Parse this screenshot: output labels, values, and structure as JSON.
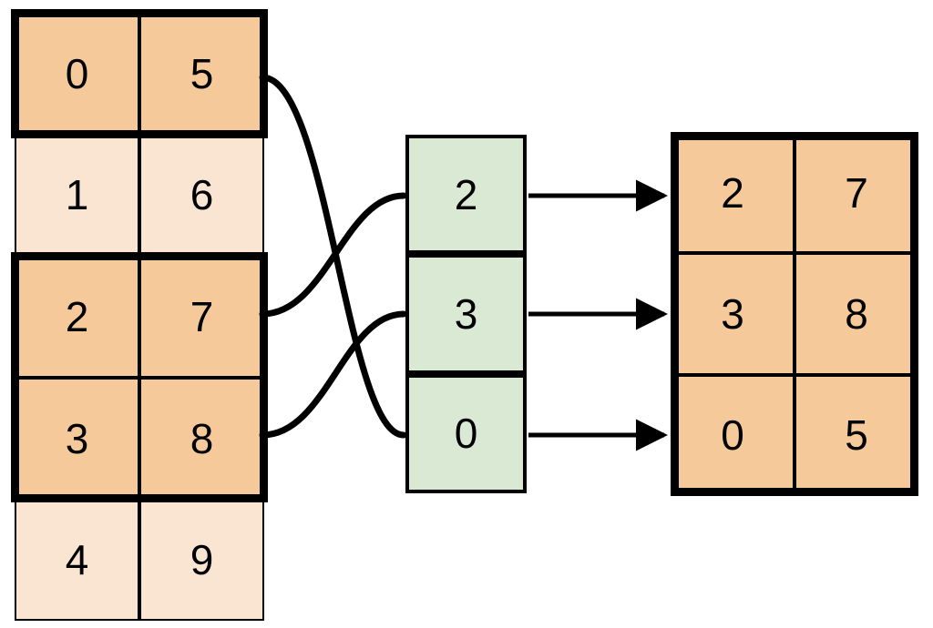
{
  "diagram": {
    "title": "gather-index-select",
    "colors": {
      "highlight_fill": "#f6c99b",
      "plain_fill": "#fae5d3",
      "index_fill": "#d9e9d3",
      "stroke": "#000000"
    }
  },
  "source_table": {
    "name": "source-table",
    "rows": [
      {
        "cells": [
          "0",
          "5"
        ],
        "selected": true
      },
      {
        "cells": [
          "1",
          "6"
        ],
        "selected": false
      },
      {
        "cells": [
          "2",
          "7"
        ],
        "selected": true
      },
      {
        "cells": [
          "3",
          "8"
        ],
        "selected": true
      },
      {
        "cells": [
          "4",
          "9"
        ],
        "selected": false
      }
    ]
  },
  "index_column": {
    "name": "index-column",
    "values": [
      "2",
      "3",
      "0"
    ]
  },
  "output_table": {
    "name": "output-table",
    "rows": [
      {
        "cells": [
          "2",
          "7"
        ]
      },
      {
        "cells": [
          "3",
          "8"
        ]
      },
      {
        "cells": [
          "0",
          "5"
        ]
      }
    ]
  },
  "connections": {
    "curves": [
      {
        "from_source_row": 0,
        "to_index_row": 2
      },
      {
        "from_source_row": 2,
        "to_index_row": 0
      },
      {
        "from_source_row": 3,
        "to_index_row": 1
      }
    ],
    "arrows": [
      {
        "from_index_row": 0,
        "to_output_row": 0
      },
      {
        "from_index_row": 1,
        "to_output_row": 1
      },
      {
        "from_index_row": 2,
        "to_output_row": 2
      }
    ]
  }
}
